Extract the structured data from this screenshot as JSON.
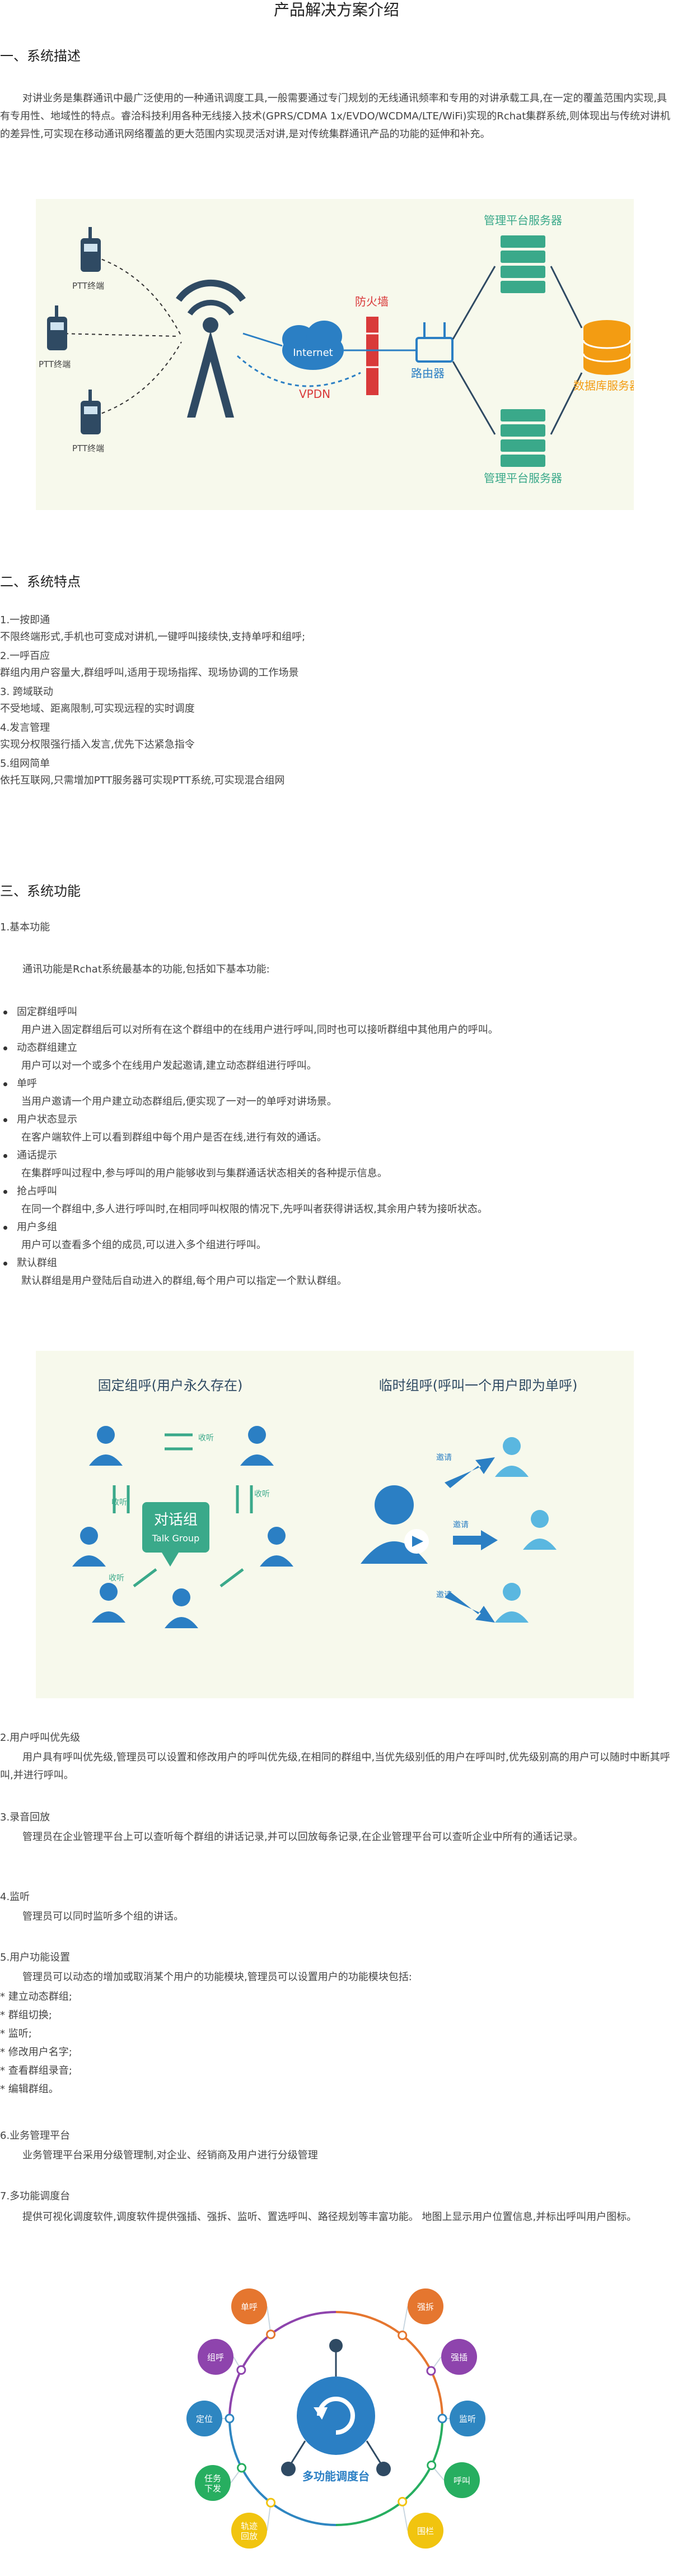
{
  "title": "产品解决方案介绍",
  "sections": {
    "s1": {
      "heading": "一、系统描述",
      "paragraph": "对讲业务是集群通讯中最广泛使用的一种通讯调度工具,一般需要通过专门规划的无线通讯频率和专用的对讲承载工具,在一定的覆盖范围内实现,具有专用性、地域性的特点。睿洽科技利用各种无线接入技术(GPRS/CDMA 1x/EVDO/WCDMA/LTE/WiFi)实现的Rchat集群系统,则体现出与传统对讲机的差异性,可实现在移动通讯网络覆盖的更大范围内实现灵活对讲,是对传统集群通讯产品的功能的延伸和补充。"
    },
    "s2": {
      "heading": "二、系统特点",
      "features": [
        {
          "title": "1.一按即通",
          "desc": "不限终端形式,手机也可变成对讲机,一键呼叫接续快,支持单呼和组呼;"
        },
        {
          "title": "2.一呼百应",
          "desc": "群组内用户容量大,群组呼叫,适用于现场指挥、现场协调的工作场景"
        },
        {
          "title": "3. 跨域联动",
          "desc": "不受地域、距离限制,可实现远程的实时调度"
        },
        {
          "title": "4.发言管理",
          "desc": "实现分权限强行插入发言,优先下达紧急指令"
        },
        {
          "title": "5.组网简单",
          "desc": "依托互联网,只需增加PTT服务器可实现PTT系统,可实现混合组网"
        }
      ]
    },
    "s3": {
      "heading": "三、系统功能",
      "basic_title": "1.基本功能",
      "basic_intro": "通讯功能是Rchat系统最基本的功能,包括如下基本功能:",
      "basic_items": [
        {
          "name": "固定群组呼叫",
          "desc": "用户进入固定群组后可以对所有在这个群组中的在线用户进行呼叫,同时也可以接听群组中其他用户的呼叫。"
        },
        {
          "name": "动态群组建立",
          "desc": "用户可以对一个或多个在线用户发起邀请,建立动态群组进行呼叫。"
        },
        {
          "name": "单呼",
          "desc": "当用户邀请一个用户建立动态群组后,便实现了一对一的单呼对讲场景。"
        },
        {
          "name": "用户状态显示",
          "desc": "在客户端软件上可以看到群组中每个用户是否在线,进行有效的通话。"
        },
        {
          "name": "通话提示",
          "desc": "在集群呼叫过程中,参与呼叫的用户能够收到与集群通话状态相关的各种提示信息。"
        },
        {
          "name": "抢占呼叫",
          "desc": "在同一个群组中,多人进行呼叫时,在相同呼叫权限的情况下,先呼叫者获得讲话权,其余用户转为接听状态。"
        },
        {
          "name": "用户多组",
          "desc": "用户可以查看多个组的成员,可以进入多个组进行呼叫。"
        },
        {
          "name": "默认群组",
          "desc": "默认群组是用户登陆后自动进入的群组,每个用户可以指定一个默认群组。"
        }
      ],
      "priority": {
        "title": "2.用户呼叫优先级",
        "desc": "用户具有呼叫优先级,管理员可以设置和修改用户的呼叫优先级,在相同的群组中,当优先级别低的用户在呼叫时,优先级别高的用户可以随时中断其呼叫,并进行呼叫。"
      },
      "record": {
        "title": "3.录音回放",
        "desc": "管理员在企业管理平台上可以查听每个群组的讲话记录,并可以回放每条记录,在企业管理平台可以查听企业中所有的通话记录。"
      },
      "monitor": {
        "title": "4.监听",
        "desc": "管理员可以同时监听多个组的讲话。"
      },
      "usermgmt": {
        "title": "5.用户功能设置",
        "intro": "管理员可以动态的增加或取消某个用户的功能模块,管理员可以设置用户的功能模块包括:",
        "items": [
          "建立动态群组;",
          "群组切换;",
          "监听;",
          "修改用户名字;",
          "查看群组录音;",
          "编辑群组。"
        ]
      },
      "platform": {
        "title": "6.业务管理平台",
        "desc": "业务管理平台采用分级管理制,对企业、经销商及用户进行分级管理"
      },
      "dispatch": {
        "title": "7.多功能调度台",
        "desc": "提供可视化调度软件,调度软件提供强插、强拆、监听、置选呼叫、路径规划等丰富功能。 地图上显示用户位置信息,并标出呼叫用户图标。"
      }
    }
  },
  "diagram1": {
    "terminal_label": "PTT终端",
    "firewall_label": "防火墙",
    "internet_label": "Internet",
    "router_label": "路由器",
    "vpdn_label": "VPDN",
    "server_label": "管理平台服务器",
    "db_label": "数据库服务器"
  },
  "diagram2": {
    "fixed_title": "固定组呼(用户永久存在)",
    "temp_title": "临时组呼(呼叫一个用户即为单呼)",
    "talk_cn": "对话组",
    "talk_en": "Talk Group",
    "listen": "收听",
    "invite": "邀请"
  },
  "diagram3": {
    "center": "多功能调度台",
    "nodes": [
      {
        "label": "单呼",
        "color": "#e5762f"
      },
      {
        "label": "强拆",
        "color": "#e5762f"
      },
      {
        "label": "组呼",
        "color": "#8e44ad"
      },
      {
        "label": "强插",
        "color": "#8e44ad"
      },
      {
        "label": "定位",
        "color": "#2e86c1"
      },
      {
        "label": "监听",
        "color": "#2e86c1"
      },
      {
        "label": "任务\n下发",
        "color": "#27ae60"
      },
      {
        "label": "呼叫",
        "color": "#27ae60"
      },
      {
        "label": "轨迹\n回放",
        "color": "#f1c40f"
      },
      {
        "label": "围栏",
        "color": "#f1c40f"
      }
    ]
  },
  "colors": {
    "green": "#3aa98a",
    "blue": "#2b7fc4",
    "orange": "#f39c12",
    "red": "#d93a3a",
    "figure_bg": "#f7f9ec"
  }
}
